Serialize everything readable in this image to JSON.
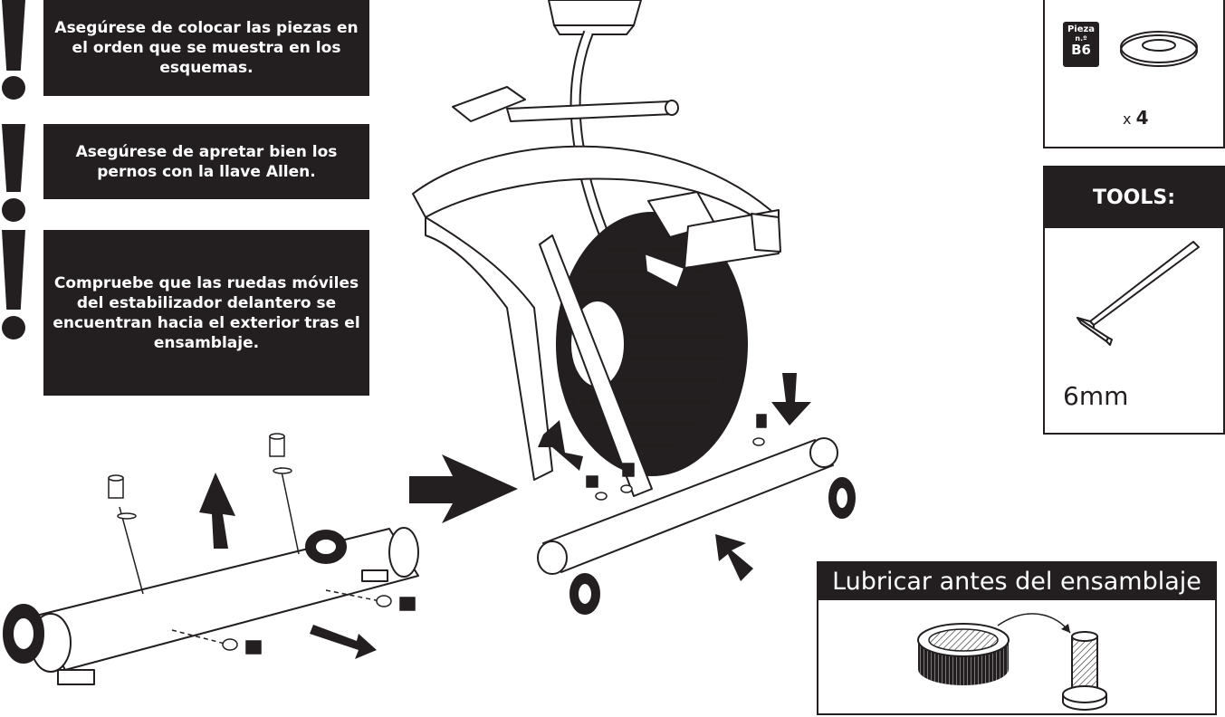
{
  "notes": [
    {
      "text": "Asegúrese de colocar las piezas en el orden que se muestra en los esquemas."
    },
    {
      "text": "Asegúrese de apretar bien los pernos con la llave Allen."
    },
    {
      "text": "Compruebe que las ruedas móviles del estabilizador delantero se encuentran hacia el exterior tras el ensamblaje."
    }
  ],
  "part": {
    "label_line1": "Pieza",
    "label_line2": "n.º",
    "number": "B6",
    "qty_prefix": "x",
    "qty": "4"
  },
  "tools": {
    "header": "TOOLS:",
    "size": "6mm"
  },
  "lube": {
    "header": "Lubricar antes del ensamblaje"
  },
  "icons": {
    "warning": "exclamation-icon",
    "arrow": "arrow-icon",
    "washer": "washer-icon",
    "allen_key": "allen-key-icon",
    "bolt": "bolt-icon"
  },
  "colors": {
    "ink": "#231f20",
    "paper": "#ffffff"
  }
}
